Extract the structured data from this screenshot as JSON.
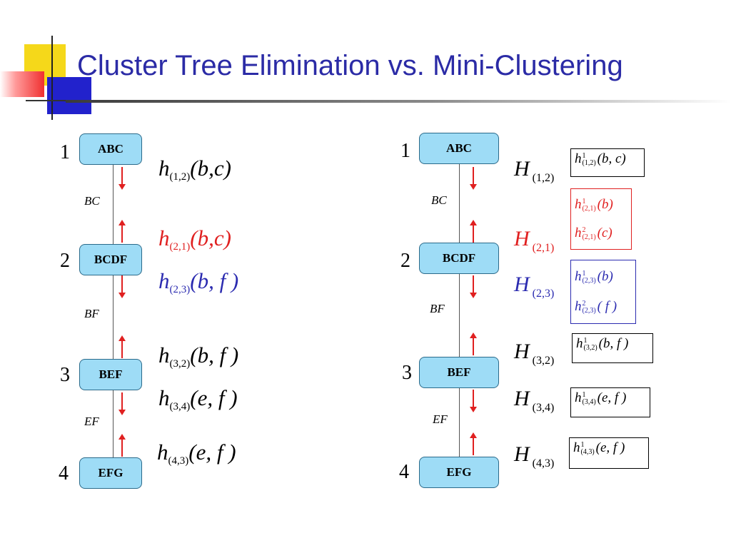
{
  "title": "Cluster Tree Elimination vs. Mini-Clustering",
  "colors": {
    "accent_blue": "#2b2ba6",
    "node_fill": "#9edcf6",
    "arrow_red": "#e02020",
    "message_blue": "#2b2bb0"
  },
  "left_tree": {
    "nodes": [
      {
        "num": "1",
        "label": "ABC"
      },
      {
        "num": "2",
        "label": "BCDF"
      },
      {
        "num": "3",
        "label": "BEF"
      },
      {
        "num": "4",
        "label": "EFG"
      }
    ],
    "separators": [
      "BC",
      "BF",
      "EF"
    ],
    "messages": [
      {
        "fn": "h",
        "sub": "(1,2)",
        "args": "(b,c)"
      },
      {
        "fn": "h",
        "sub": "(2,1)",
        "args": "(b,c)"
      },
      {
        "fn": "h",
        "sub": "(2,3)",
        "args": "(b, f )"
      },
      {
        "fn": "h",
        "sub": "(3,2)",
        "args": "(b, f )"
      },
      {
        "fn": "h",
        "sub": "(3,4)",
        "args": "(e, f )"
      },
      {
        "fn": "h",
        "sub": "(4,3)",
        "args": "(e, f )"
      }
    ]
  },
  "right_tree": {
    "nodes": [
      {
        "num": "1",
        "label": "ABC"
      },
      {
        "num": "2",
        "label": "BCDF"
      },
      {
        "num": "3",
        "label": "BEF"
      },
      {
        "num": "4",
        "label": "EFG"
      }
    ],
    "separators": [
      "BC",
      "BF",
      "EF"
    ],
    "messages": [
      {
        "fn": "H",
        "sub": "(1,2)",
        "items": [
          {
            "sup": "1",
            "sub": "(1,2)",
            "args": "(b, c)"
          }
        ]
      },
      {
        "fn": "H",
        "sub": "(2,1)",
        "items": [
          {
            "sup": "1",
            "sub": "(2,1)",
            "args": "(b)"
          },
          {
            "sup": "2",
            "sub": "(2,1)",
            "args": "(c)"
          }
        ]
      },
      {
        "fn": "H",
        "sub": "(2,3)",
        "items": [
          {
            "sup": "1",
            "sub": "(2,3)",
            "args": "(b)"
          },
          {
            "sup": "2",
            "sub": "(2,3)",
            "args": "( f )"
          }
        ]
      },
      {
        "fn": "H",
        "sub": "(3,2)",
        "items": [
          {
            "sup": "1",
            "sub": "(3,2)",
            "args": "(b, f )"
          }
        ]
      },
      {
        "fn": "H",
        "sub": "(3,4)",
        "items": [
          {
            "sup": "1",
            "sub": "(3,4)",
            "args": "(e, f )"
          }
        ]
      },
      {
        "fn": "H",
        "sub": "(4,3)",
        "items": [
          {
            "sup": "1",
            "sub": "(4,3)",
            "args": "(e, f )"
          }
        ]
      }
    ]
  }
}
